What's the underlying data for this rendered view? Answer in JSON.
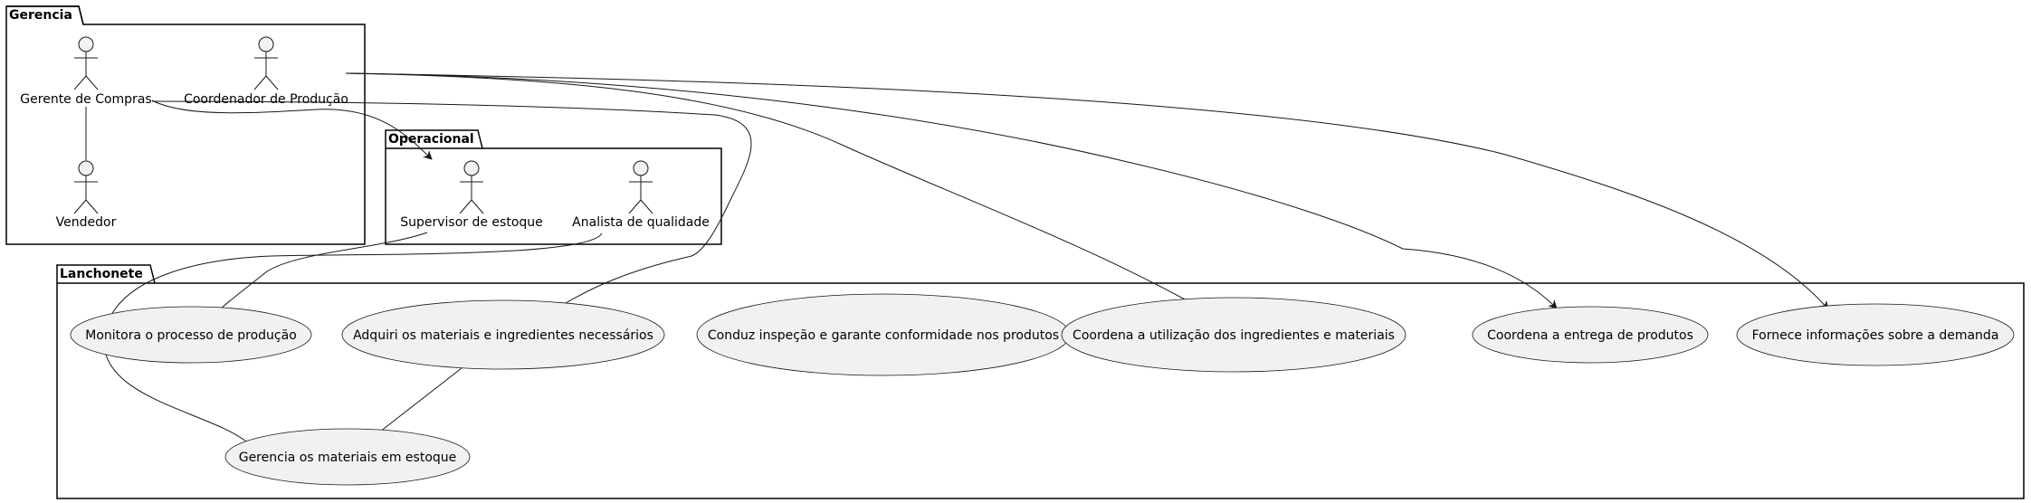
{
  "packages": {
    "gerencia": "Gerencia",
    "operacional": "Operacional",
    "lanchonete": "Lanchonete"
  },
  "actors": {
    "gerente_compras": "Gerente de Compras",
    "coordenador_producao": "Coordenador de Produção",
    "vendedor": "Vendedor",
    "supervisor_estoque": "Supervisor de estoque",
    "analista_qualidade": "Analista de qualidade"
  },
  "use_cases": {
    "monitora": "Monitora o processo de produção",
    "adquiri": "Adquiri os materiais e ingredientes necessários",
    "conduz": "Conduz inspeção e garante conformidade nos produtos",
    "coordena_utilizacao": "Coordena a utilização dos ingredientes e materiais",
    "coordena_entrega": "Coordena a entrega de produtos",
    "fornece": "Fornece informações sobre a demanda",
    "gerencia_estoque": "Gerencia os materiais em estoque"
  },
  "colors": {
    "element_fill": "#f1f1f1",
    "stroke": "#181818"
  }
}
